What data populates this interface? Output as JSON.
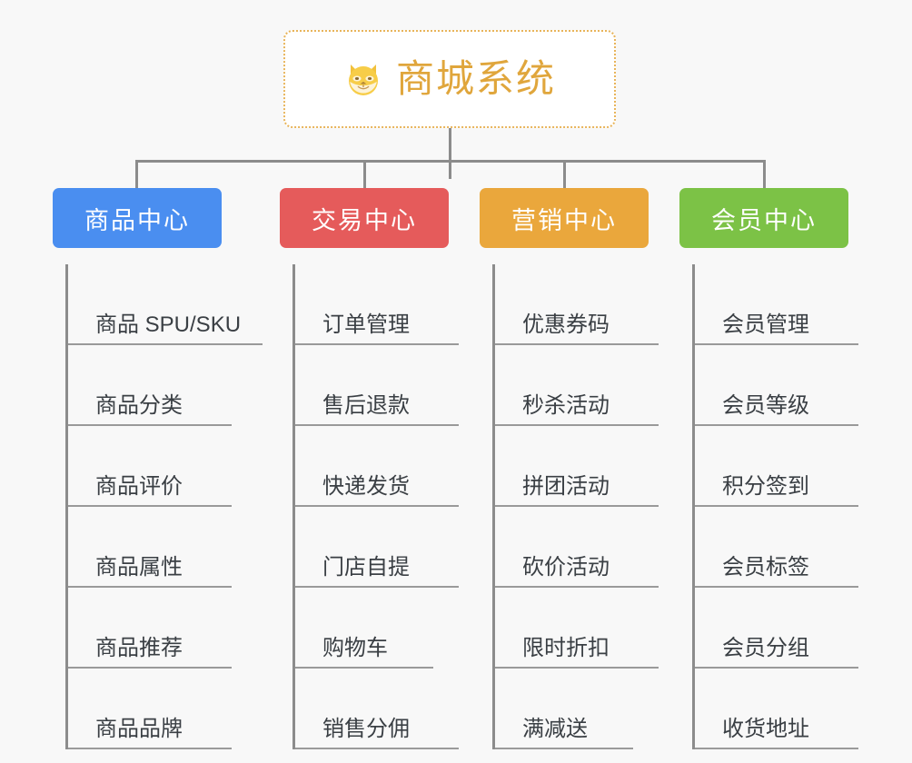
{
  "page": {
    "background_color": "#f8f8f8",
    "line_color": "#8c8c8c",
    "type": "mindmap"
  },
  "root": {
    "title": "商城系统",
    "icon": "shiba-dog-face-icon",
    "text_color": "#e0a63c",
    "border_color": "#e8b45a",
    "background_color": "#ffffff"
  },
  "branches": [
    {
      "label": "商品中心",
      "color": "#4a8ef0",
      "items": [
        "商品 SPU/SKU",
        "商品分类",
        "商品评价",
        "商品属性",
        "商品推荐",
        "商品品牌"
      ]
    },
    {
      "label": "交易中心",
      "color": "#e55b5b",
      "items": [
        "订单管理",
        "售后退款",
        "快递发货",
        "门店自提",
        "购物车",
        "销售分佣"
      ]
    },
    {
      "label": "营销中心",
      "color": "#eaa73c",
      "items": [
        "优惠券码",
        "秒杀活动",
        "拼团活动",
        "砍价活动",
        "限时折扣",
        "满减送"
      ]
    },
    {
      "label": "会员中心",
      "color": "#7cc246",
      "items": [
        "会员管理",
        "会员等级",
        "积分签到",
        "会员标签",
        "会员分组",
        "收货地址"
      ]
    }
  ]
}
